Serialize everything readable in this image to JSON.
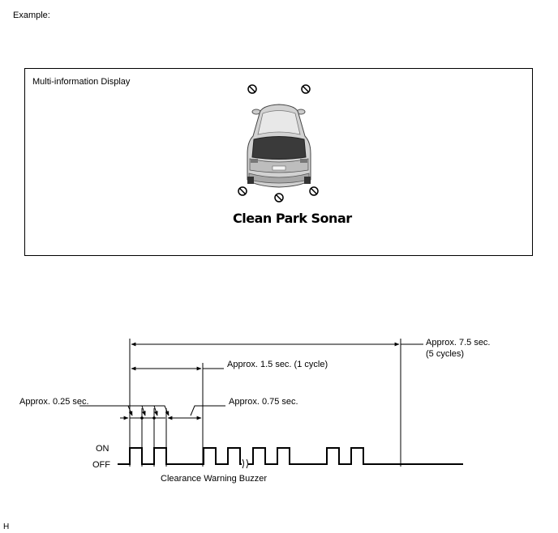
{
  "header": {
    "example_label": "Example:",
    "figure_code": "H"
  },
  "display": {
    "title": "Multi-information Display",
    "message": "Clean Park Sonar",
    "sensor_icon": "prohibited-circle-icon",
    "vehicle_icon": "suv-rear-view-icon"
  },
  "timing": {
    "total_label": "Approx. 7.5 sec.",
    "total_cycles_label": "(5 cycles)",
    "cycle_label": "Approx. 1.5 sec. (1 cycle)",
    "short_pulse_label": "Approx. 0.25 sec.",
    "pause_label": "Approx. 0.75 sec.",
    "on_label": "ON",
    "off_label": "OFF",
    "signal_label": "Clearance Warning Buzzer"
  }
}
